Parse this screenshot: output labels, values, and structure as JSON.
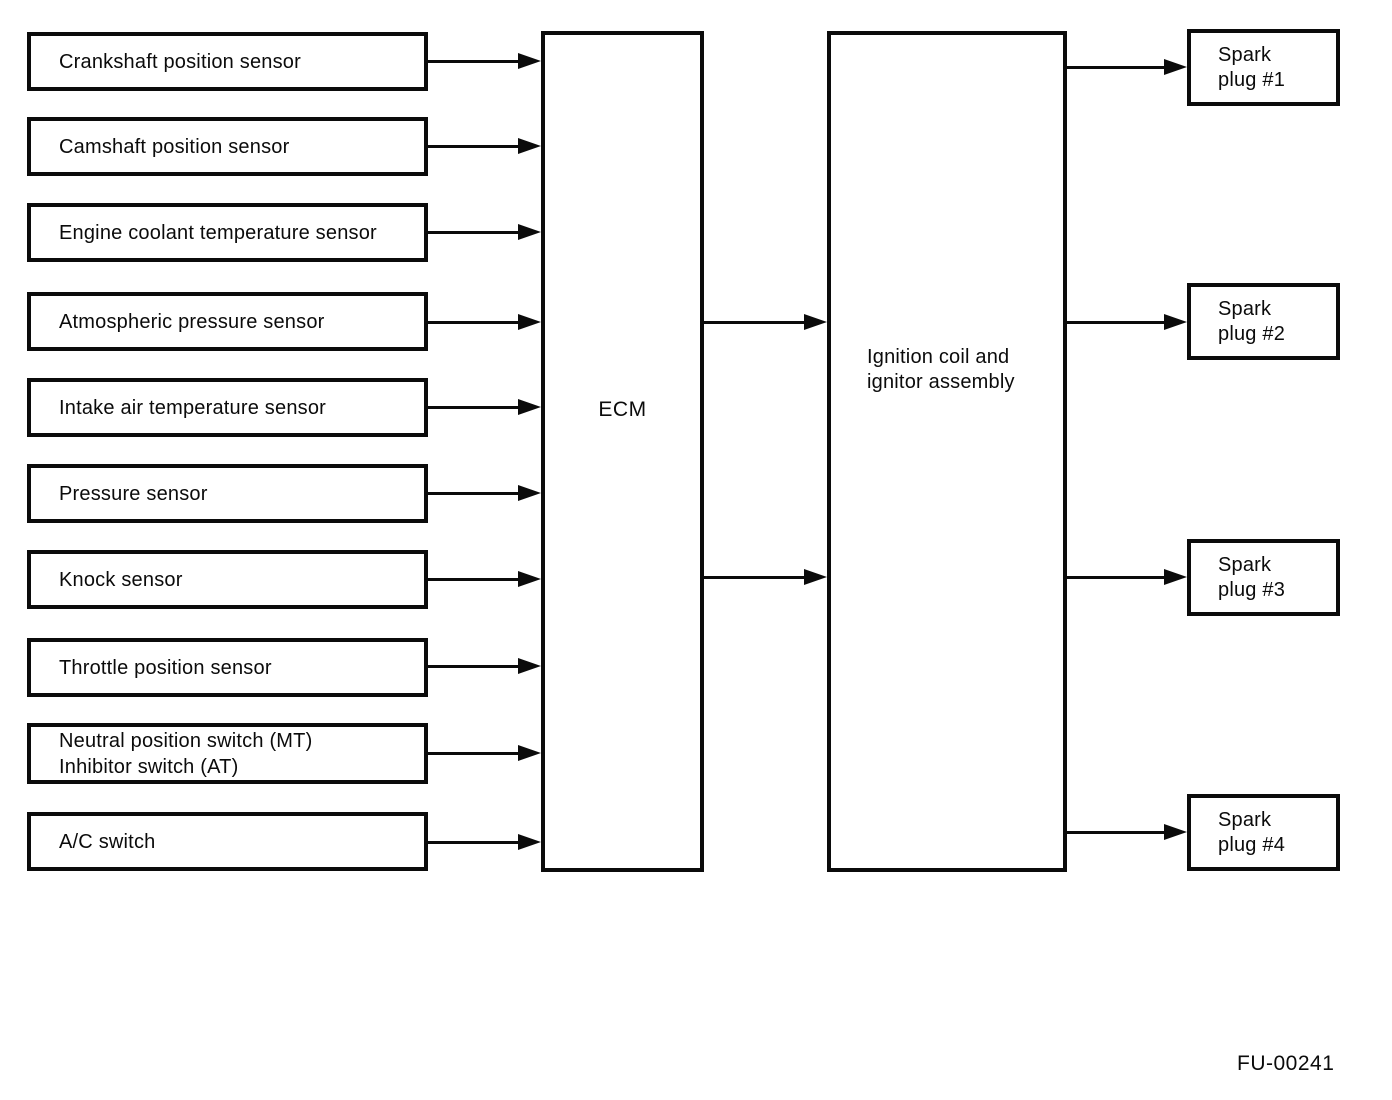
{
  "figure": {
    "code": "FU-00241"
  },
  "colors": {
    "background": "#ffffff",
    "line": "#0b0b0b",
    "text": "#0b0b0b"
  },
  "sensors": [
    {
      "label": "Crankshaft position sensor"
    },
    {
      "label": "Camshaft position sensor"
    },
    {
      "label": "Engine coolant temperature sensor"
    },
    {
      "label": "Atmospheric pressure sensor"
    },
    {
      "label": "Intake air temperature sensor"
    },
    {
      "label": "Pressure sensor"
    },
    {
      "label": "Knock sensor"
    },
    {
      "label": "Throttle position sensor"
    },
    {
      "label": "Neutral position switch (MT)\nInhibitor switch (AT)"
    },
    {
      "label": "A/C switch"
    }
  ],
  "ecm": {
    "label": "ECM"
  },
  "ignition": {
    "label": "Ignition coil and\nignitor assembly"
  },
  "spark_plugs": [
    {
      "label": "Spark\nplug #1"
    },
    {
      "label": "Spark\nplug #2"
    },
    {
      "label": "Spark\nplug #3"
    },
    {
      "label": "Spark\nplug #4"
    }
  ]
}
